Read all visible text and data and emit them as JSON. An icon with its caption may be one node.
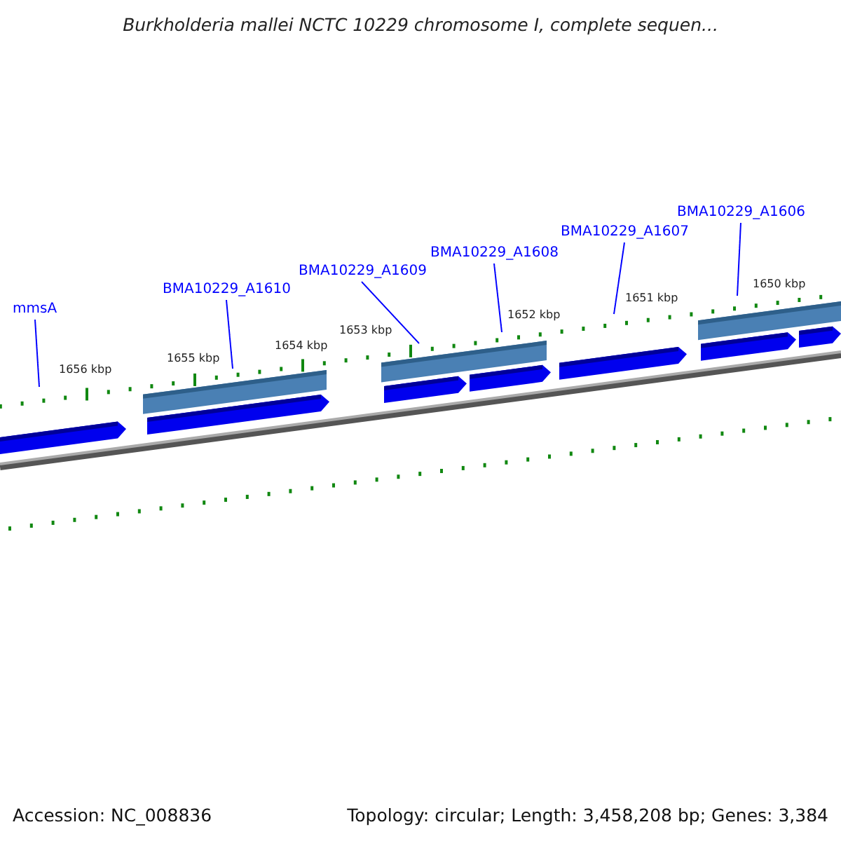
{
  "diagram": {
    "title": "Burkholderia mallei NCTC 10229 chromosome I, complete sequen...",
    "nodes": [
      {
        "text": [
          "mmsA"
        ]
      },
      {
        "text": [
          "BMA10229_A1610"
        ]
      },
      {
        "text": [
          "BMA10229_A1609"
        ]
      },
      {
        "text": [
          "BMA10229_A1608"
        ]
      },
      {
        "text": [
          "BMA10229_A1607"
        ]
      },
      {
        "text": [
          "BMA10229_A1606"
        ]
      }
    ],
    "edges": [
      {
        "from": 0,
        "to": null,
        "arrow": "none"
      },
      {
        "from": 1,
        "to": null,
        "arrow": "none"
      },
      {
        "from": 2,
        "to": null,
        "arrow": "none"
      },
      {
        "from": 3,
        "to": null,
        "arrow": "none"
      },
      {
        "from": 4,
        "to": null,
        "arrow": "none"
      },
      {
        "from": 5,
        "to": null,
        "arrow": "none"
      }
    ],
    "labels": [
      "1650 kbp",
      "1651 kbp",
      "1652 kbp",
      "1653 kbp",
      "1654 kbp",
      "1655 kbp",
      "1656 kbp",
      "Accession: NC_008836",
      "Topology: circular; Length: 3,458,208 bp; Genes: 3,384"
    ]
  }
}
